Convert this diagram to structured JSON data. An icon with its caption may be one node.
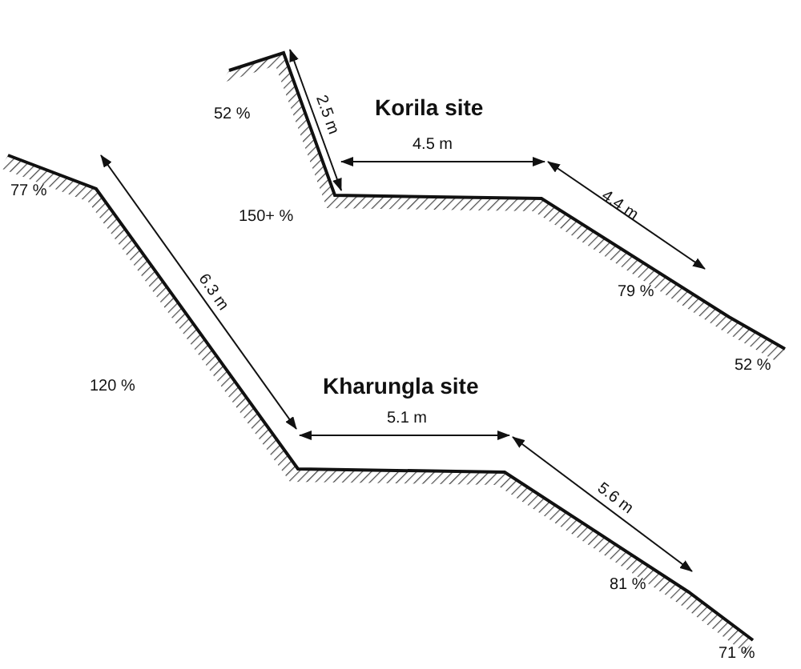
{
  "diagram": {
    "labels": [
      "52 %",
      "2.5 m",
      "Korila site",
      "150+ %",
      "4.5 m",
      "4.4 m",
      "79 %",
      "52 %",
      "77 %",
      "6.3 m",
      "120 %",
      "Kharungla site",
      "5.1 m",
      "5.6 m",
      "81 %",
      "71 %"
    ]
  }
}
